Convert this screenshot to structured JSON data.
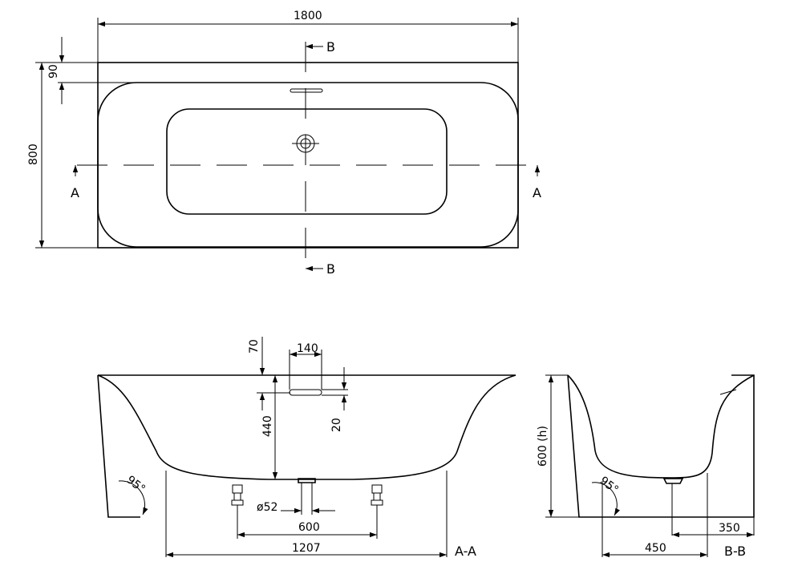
{
  "top_view": {
    "dim_width": "1800",
    "dim_depth": "800",
    "dim_rim": "90",
    "section_a": "A",
    "section_b": "B"
  },
  "section_aa": {
    "title": "A-A",
    "dim_height": "440",
    "dim_top": "70",
    "dim_overflow_width": "140",
    "dim_overflow_height": "20",
    "dim_angle": "95°",
    "dim_drain": "ø52",
    "dim_feet": "600",
    "dim_base": "1207"
  },
  "section_bb": {
    "title": "B-B",
    "dim_height": "600 (h)",
    "dim_angle": "95°",
    "dim_to_drain": "350",
    "dim_base": "450"
  }
}
